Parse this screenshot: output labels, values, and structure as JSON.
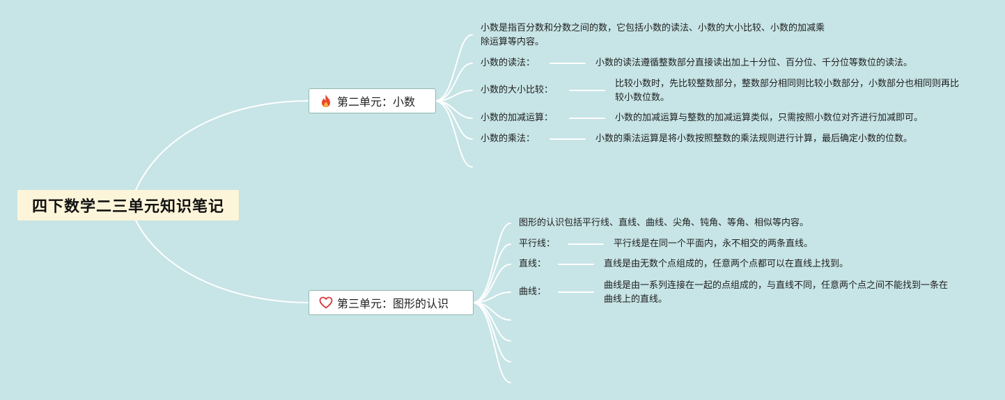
{
  "root": {
    "title": "四下数学二三单元知识笔记"
  },
  "unit2": {
    "title": "第二单元：小数",
    "icon": "fire-icon",
    "intro": "小数是指百分数和分数之间的数，它包括小数的读法、小数的大小比较、小数的加减乘除运算等内容。",
    "items": [
      {
        "label": "小数的读法：",
        "desc": "小数的读法遵循整数部分直接读出加上十分位、百分位、千分位等数位的读法。"
      },
      {
        "label": "小数的大小比较：",
        "desc": "比较小数时，先比较整数部分，整数部分相同则比较小数部分，小数部分也相同则再比较小数位数。"
      },
      {
        "label": "小数的加减运算：",
        "desc": "小数的加减运算与整数的加减运算类似，只需按照小数位对齐进行加减即可。"
      },
      {
        "label": "小数的乘法：",
        "desc": "小数的乘法运算是将小数按照整数的乘法规则进行计算，最后确定小数的位数。"
      }
    ]
  },
  "unit3": {
    "title": "第三单元：图形的认识",
    "icon": "heart-outline-icon",
    "intro": "图形的认识包括平行线、直线、曲线、尖角、钝角、等角、相似等内容。",
    "items": [
      {
        "label": "平行线：",
        "desc": "平行线是在同一个平面内，永不相交的两条直线。"
      },
      {
        "label": "直线：",
        "desc": "直线是由无数个点组成的，任意两个点都可以在直线上找到。"
      },
      {
        "label": "曲线：",
        "desc": "曲线是由一系列连接在一起的点组成的，与直线不同，任意两个点之间不能找到一条在曲线上的直线。"
      }
    ]
  },
  "colors": {
    "background": "#c7e4e6",
    "root_fill": "#fdf5d9",
    "node_border": "#8fb8b0",
    "line": "#ffffff",
    "fire": "#e8452c",
    "heart": "#d63a3a"
  }
}
